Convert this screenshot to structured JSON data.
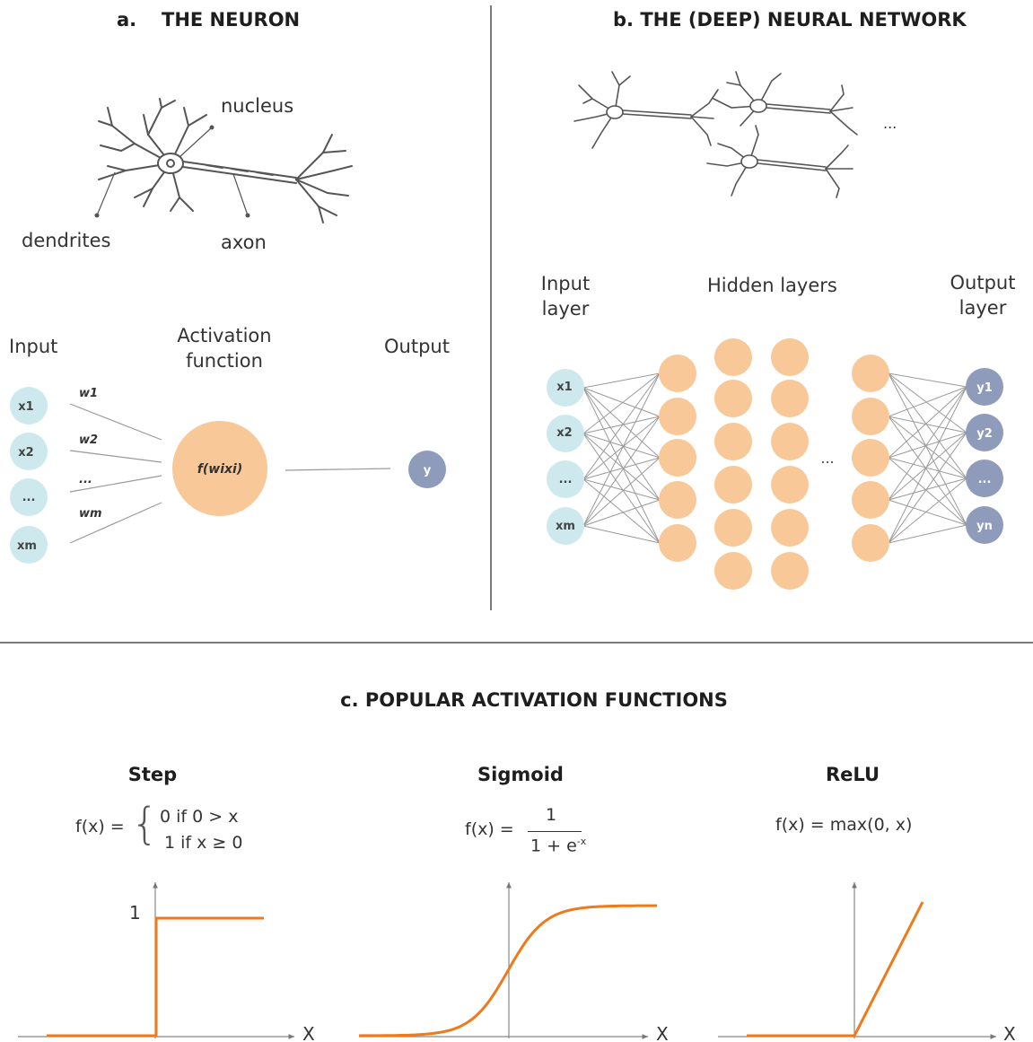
{
  "panel_a": {
    "title_letter": "a.",
    "title": "THE NEURON",
    "nucleus": "nucleus",
    "dendrites": "dendrites",
    "axon": "axon",
    "input": "Input",
    "activation_line1": "Activation",
    "activation_line2": "function",
    "output": "Output",
    "inputs": [
      "x1",
      "x2",
      "...",
      "xm"
    ],
    "weights": [
      "w1",
      "w2",
      "...",
      "wm"
    ],
    "function_label": "f(wixi)",
    "output_node": "y"
  },
  "panel_b": {
    "title": "b. THE (DEEP) NEURAL NETWORK",
    "ellipsis": "...",
    "input_layer_line1": "Input",
    "input_layer_line2": "layer",
    "hidden_layers": "Hidden layers",
    "output_layer_line1": "Output",
    "output_layer_line2": "layer",
    "inputs": [
      "x1",
      "x2",
      "...",
      "xm"
    ],
    "outputs": [
      "y1",
      "y2",
      "...",
      "yn"
    ],
    "hidden_ellipsis": "..."
  },
  "panel_c": {
    "title": "c. POPULAR ACTIVATION FUNCTIONS",
    "step": {
      "name": "Step",
      "formula_lhs": "f(x) =",
      "case1": "0 if 0 > x",
      "case2": "1 if x ≥ 0",
      "y_tick": "1",
      "x_label": "X"
    },
    "sigmoid": {
      "name": "Sigmoid",
      "formula_lhs": "f(x) =",
      "numerator": "1",
      "denominator": "1 + e",
      "exponent": "-x",
      "x_label": "X"
    },
    "relu": {
      "name": "ReLU",
      "formula": "f(x) = max(0, x)",
      "x_label": "X"
    }
  },
  "colors": {
    "input_node": "#cde9ee",
    "hidden_node": "#f9c898",
    "output_node": "#8e9bba",
    "curve": "#ee7a1c",
    "divider": "#7a7a7a",
    "edge": "#9a9a9a"
  },
  "icons": {
    "neuron": "neuron-illustration",
    "neuron_chain": "neuron-chain-illustration"
  }
}
